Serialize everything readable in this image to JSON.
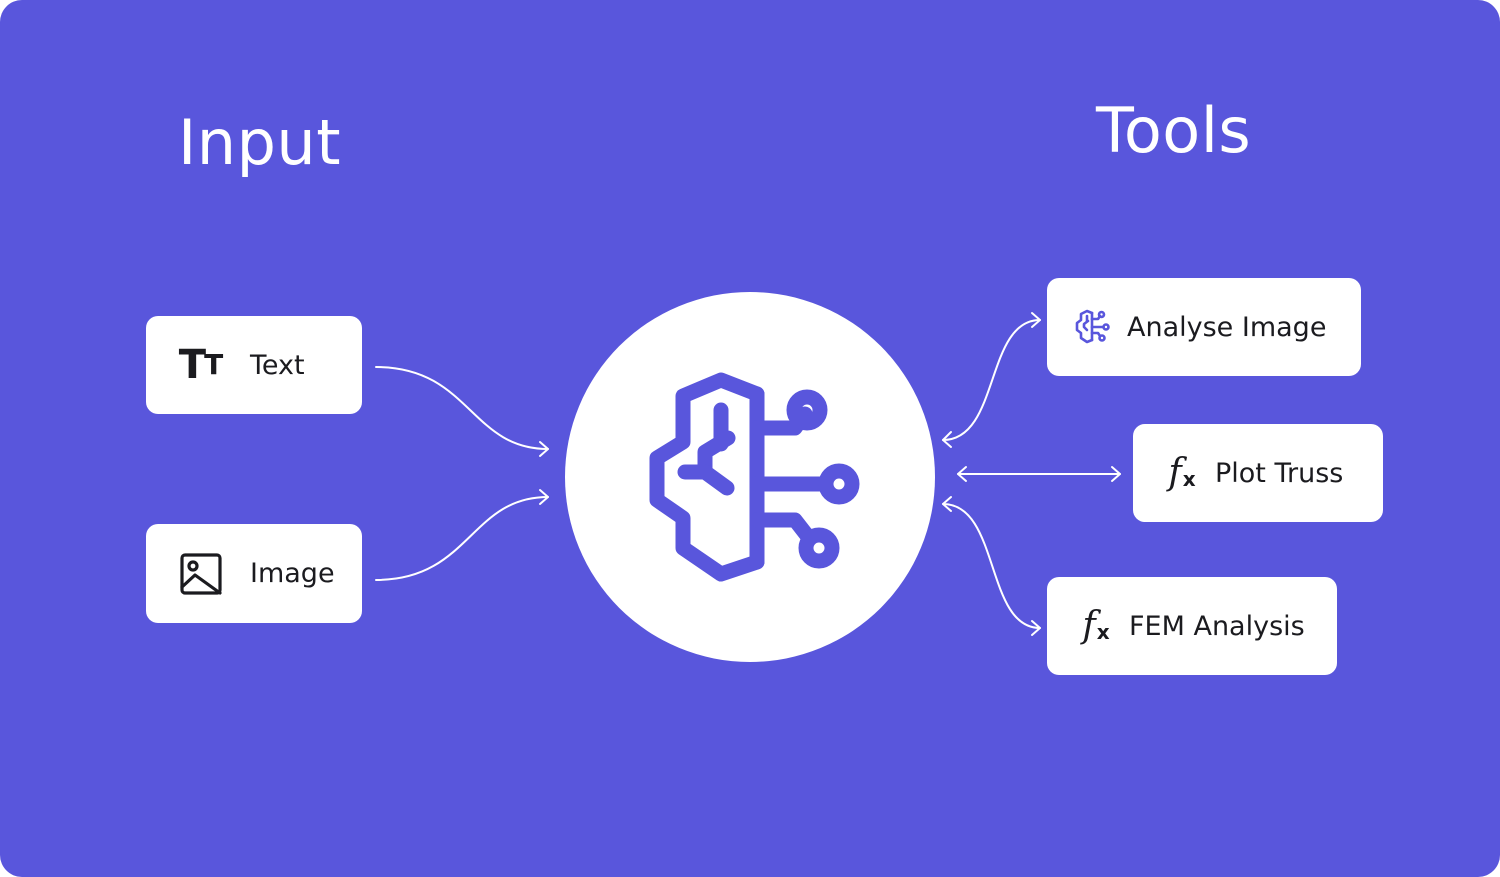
{
  "colors": {
    "background": "#5956dc",
    "accent": "#5956dc",
    "card": "#ffffff",
    "text": "#1b1b1f",
    "connector": "#ffffff"
  },
  "headings": {
    "input": "Input",
    "tools": "Tools"
  },
  "inputs": [
    {
      "label": "Text",
      "icon": "text-size-icon"
    },
    {
      "label": "Image",
      "icon": "image-icon"
    }
  ],
  "hub": {
    "icon": "ai-brain-icon"
  },
  "tools": [
    {
      "label": "Analyse Image",
      "icon": "ai-brain-icon"
    },
    {
      "label": "Plot Truss",
      "icon": "function-icon"
    },
    {
      "label": "FEM Analysis",
      "icon": "function-icon"
    }
  ]
}
